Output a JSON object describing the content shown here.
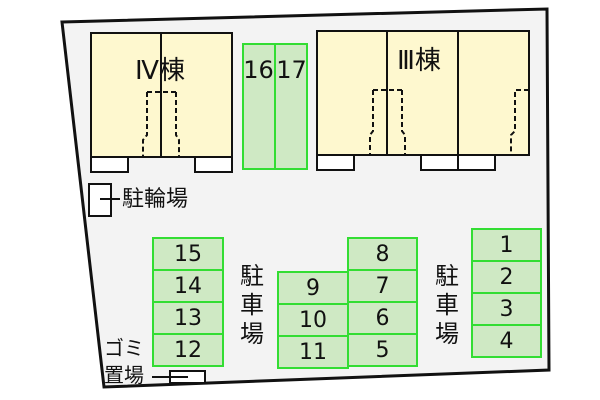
{
  "colors": {
    "background": "#ffffff",
    "lot": "#f3f3f3",
    "building": "#fef8cf",
    "parking": "#cfe9c4",
    "parking_border": "#33dd33",
    "outline": "#111111"
  },
  "buildings": [
    {
      "id": "IV",
      "label": "Ⅳ棟"
    },
    {
      "id": "III",
      "label": "Ⅲ棟"
    }
  ],
  "labels": {
    "bicycle_parking": "駐輪場",
    "parking_left": [
      "駐",
      "車",
      "場"
    ],
    "parking_right": [
      "駐",
      "車",
      "場"
    ],
    "garbage_line1": "ゴミ",
    "garbage_line2": "置場"
  },
  "parking_slots": {
    "top": [
      "16",
      "17"
    ],
    "left_column": [
      "15",
      "14",
      "13",
      "12"
    ],
    "middle_left": [
      "9",
      "10",
      "11"
    ],
    "middle_right": [
      "8",
      "7",
      "6",
      "5"
    ],
    "right_column": [
      "1",
      "2",
      "3",
      "4"
    ]
  }
}
